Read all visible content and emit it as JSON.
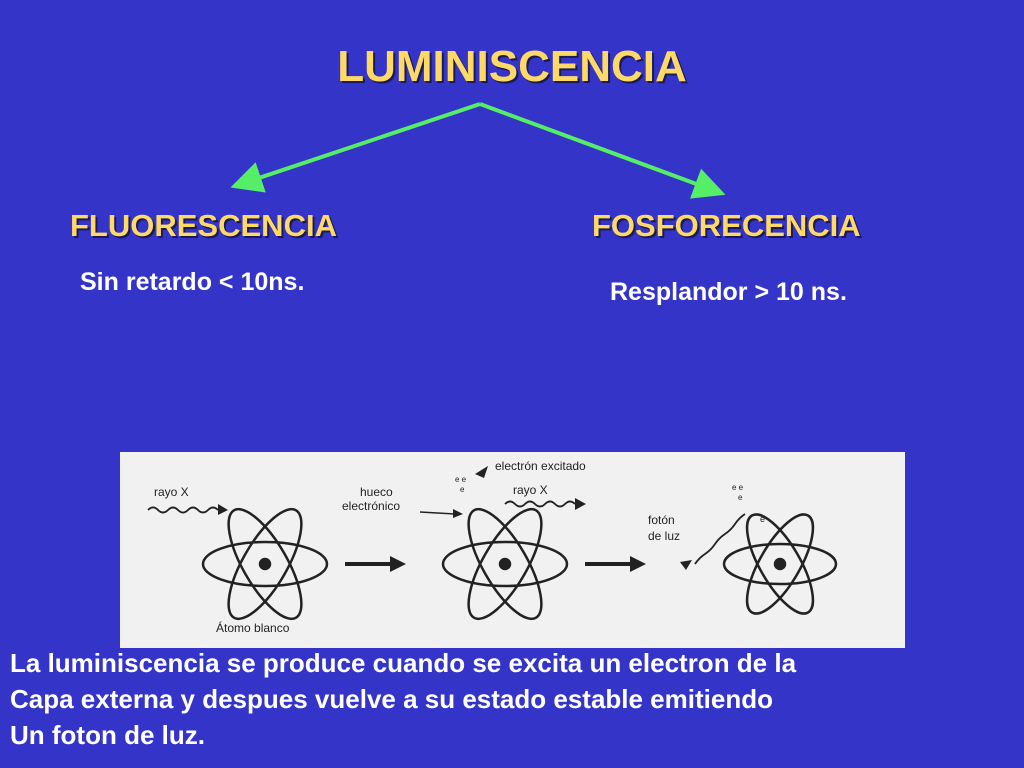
{
  "title": "LUMINISCENCIA",
  "branches": {
    "left": {
      "name": "FLUORESCENCIA",
      "detail": "Sin retardo < 10ns."
    },
    "right": {
      "name": "FOSFORECENCIA",
      "detail": "Resplandor > 10 ns."
    }
  },
  "diagram": {
    "labels": {
      "rayo_x_1": "rayo X",
      "hueco": "hueco",
      "electronico": "electrónico",
      "electron_excitado": "electrón excitado",
      "rayo_x_2": "rayo X",
      "foton": "fotón",
      "de_luz": "de luz",
      "atomo_blanco": "Átomo blanco"
    }
  },
  "caption": [
    "La luminiscencia se produce cuando se excita un electron de la",
    "Capa externa y despues vuelve  a su estado estable emitiendo",
    "Un foton de luz."
  ],
  "colors": {
    "background": "#3434c8",
    "heading": "#ffd966",
    "arrow": "#55ee66",
    "text": "#ffffff"
  }
}
